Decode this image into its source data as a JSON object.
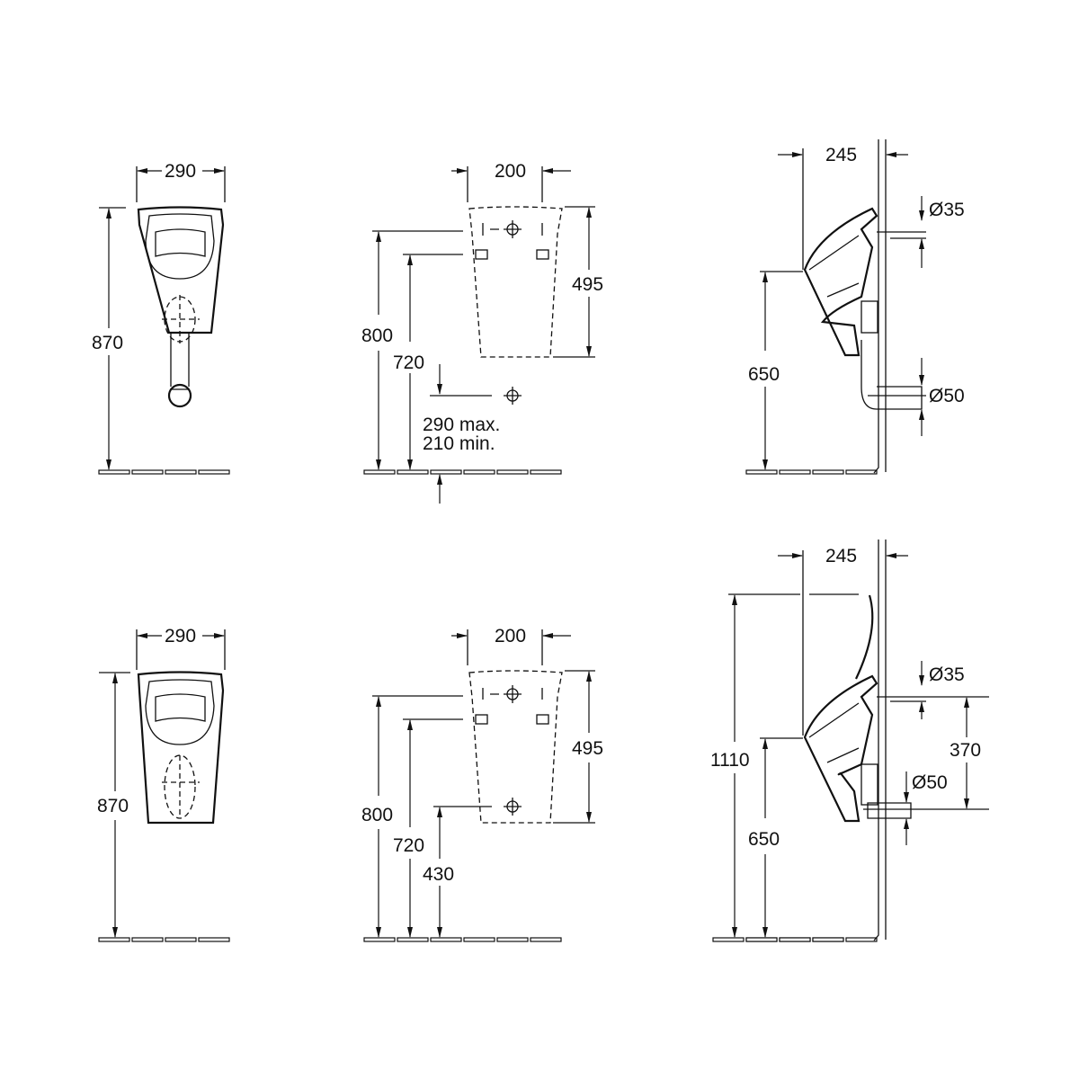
{
  "top": {
    "front": {
      "width": "290",
      "height": "870"
    },
    "back": {
      "width": "200",
      "height": "495",
      "inlet_height": "800",
      "fixing_height": "720",
      "outlet_max": "290 max.",
      "outlet_min": "210 min."
    },
    "side": {
      "depth": "245",
      "inlet_dia": "Ø35",
      "rim_height": "650",
      "outlet_dia": "Ø50"
    }
  },
  "bottom": {
    "front": {
      "width": "290",
      "height": "870"
    },
    "back": {
      "width": "200",
      "height": "495",
      "inlet_height": "800",
      "fixing_height": "720",
      "outlet_height": "430"
    },
    "side": {
      "depth": "245",
      "inlet_dia": "Ø35",
      "total_height": "1110",
      "inlet_outlet_distance": "370",
      "outlet_dia": "Ø50",
      "rim_height": "650"
    }
  }
}
